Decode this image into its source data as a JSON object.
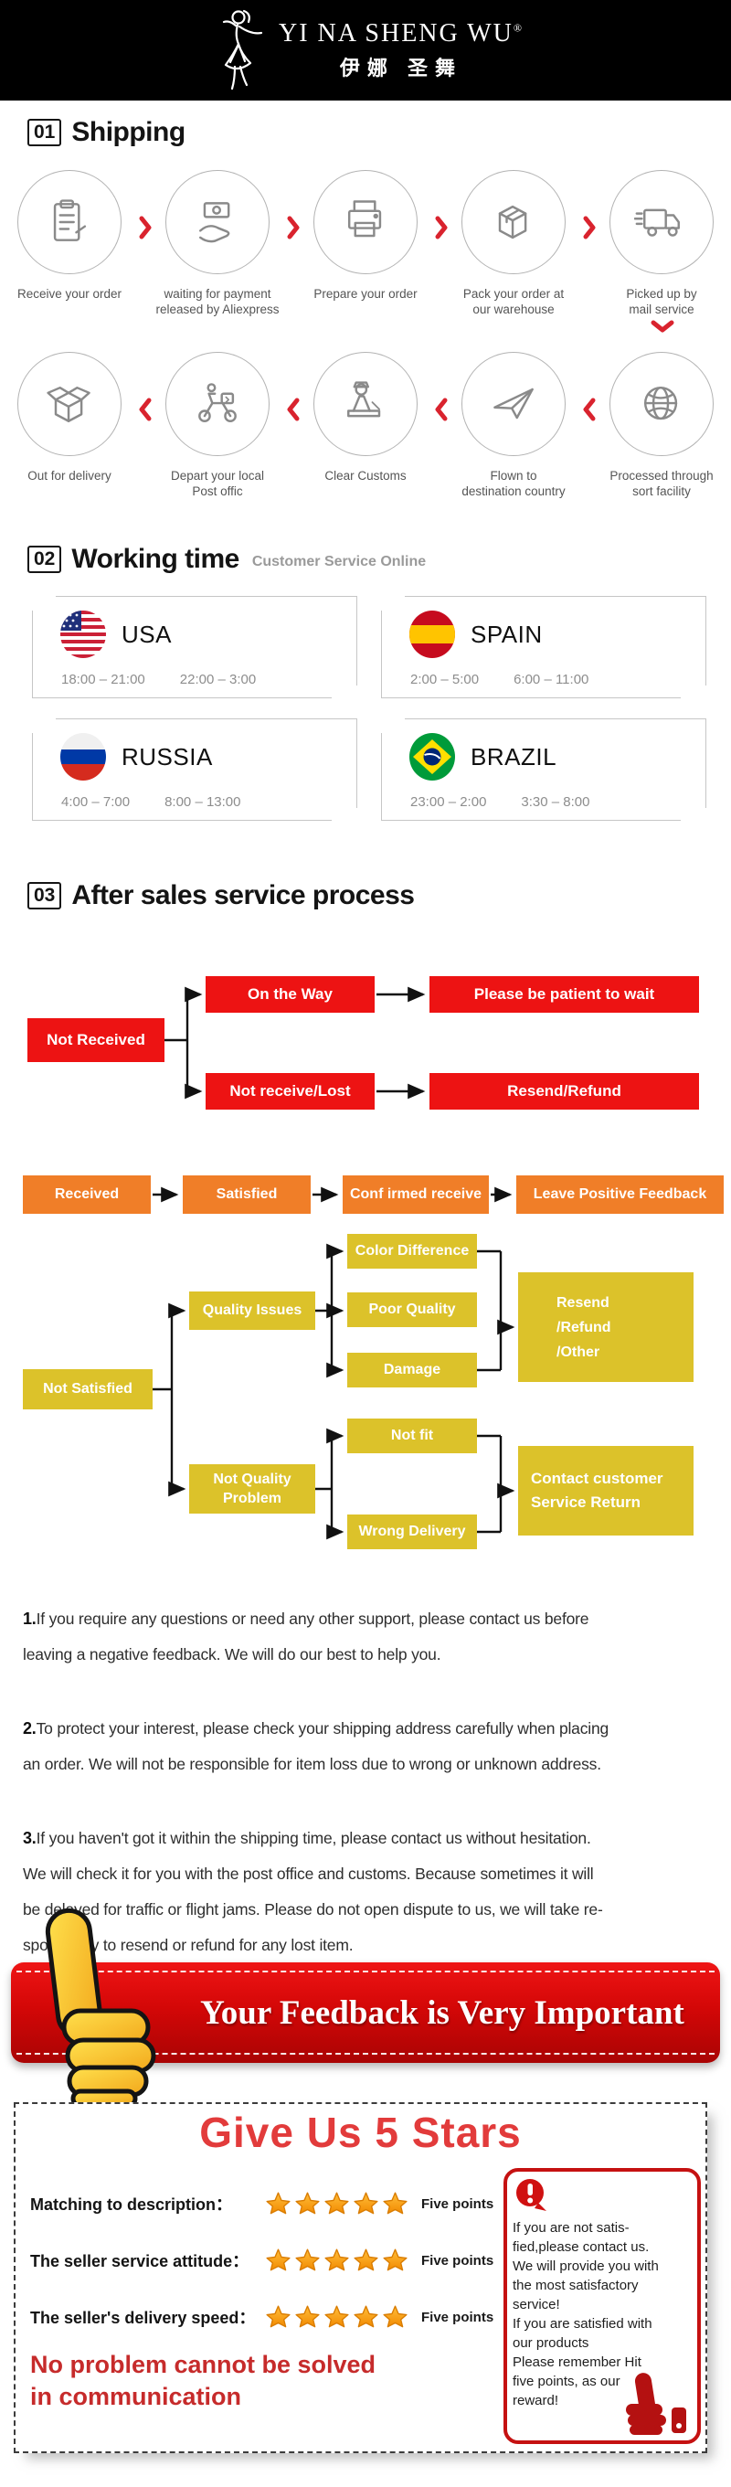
{
  "header": {
    "brand": "YI NA SHENG WU",
    "reg_mark": "®",
    "brand_cn": "伊娜 圣舞"
  },
  "sections": {
    "shipping": {
      "num": "01",
      "title": "Shipping"
    },
    "working_time": {
      "num": "02",
      "title": "Working time",
      "subtitle": "Customer Service Online"
    },
    "after_sales": {
      "num": "03",
      "title": "After sales service process"
    }
  },
  "shipping": {
    "row1": [
      {
        "icon": "clipboard-icon",
        "label": "Receive your order"
      },
      {
        "icon": "payment-icon",
        "label": "waiting for payment\nreleased by Aliexpress"
      },
      {
        "icon": "printer-icon",
        "label": "Prepare your order"
      },
      {
        "icon": "package-icon",
        "label": "Pack your order at\nour warehouse"
      },
      {
        "icon": "truck-icon",
        "label": "Picked up by\nmail service"
      }
    ],
    "row2": [
      {
        "icon": "open-box-icon",
        "label": "Out  for delivery"
      },
      {
        "icon": "scooter-icon",
        "label": "Depart your local\nPost offic"
      },
      {
        "icon": "customs-icon",
        "label": "Clear Customs"
      },
      {
        "icon": "plane-icon",
        "label": "Flown to\ndestination country"
      },
      {
        "icon": "globe-icon",
        "label": "Processed through\nsort facility"
      }
    ]
  },
  "working_time": {
    "cards": [
      {
        "flag": "usa-flag-icon",
        "country": "USA",
        "times": [
          "18:00 – 21:00",
          "22:00 – 3:00"
        ]
      },
      {
        "flag": "spain-flag-icon",
        "country": "SPAIN",
        "times": [
          "2:00 – 5:00",
          "6:00 – 11:00"
        ]
      },
      {
        "flag": "russia-flag-icon",
        "country": "RUSSIA",
        "times": [
          "4:00 – 7:00",
          "8:00 – 13:00"
        ]
      },
      {
        "flag": "brazil-flag-icon",
        "country": "BRAZIL",
        "times": [
          "23:00 – 2:00",
          "3:30 – 8:00"
        ]
      }
    ]
  },
  "flow": {
    "not_received": "Not Received",
    "on_the_way": "On the Way",
    "be_patient": "Please be patient to wait",
    "not_receive_lost": "Not receive/Lost",
    "resend_refund": "Resend/Refund",
    "received": "Received",
    "satisfied": "Satisfied",
    "confirmed_receive": "Conf irmed receive",
    "leave_feedback": "Leave Positive Feedback",
    "not_satisfied": "Not Satisfied",
    "quality_issues": "Quality Issues",
    "color_difference": "Color Difference",
    "poor_quality": "Poor Quality",
    "damage": "Damage",
    "resend_refund_other": "Resend\n/Refund\n/Other",
    "not_quality_problem": "Not Quality\nProblem",
    "not_fit": "Not fit",
    "wrong_delivery": "Wrong Delivery",
    "contact_return": "Contact customer\nService Return"
  },
  "notes": [
    {
      "num": "1.",
      "text": "If you require any questions or need any other support, please contact us before\nleaving a negative feedback. We will do our best to help you."
    },
    {
      "num": "2.",
      "text": "To protect your interest, please check your shipping address carefully when placing\nan order. We will not be responsible for item loss due to wrong or unknown address."
    },
    {
      "num": "3.",
      "text": "If you haven't got it within the shipping time, please contact us without hesitation.\nWe will check it for you with the post office and customs. Because sometimes it will\nbe delayed for traffic or flight jams. Please do not open dispute to us, we will take re-\nsponsibility to resend or refund for any lost item."
    }
  ],
  "banner": {
    "text": "Your Feedback is Very Important"
  },
  "stars": {
    "title": "Give Us 5 Stars",
    "rows": [
      {
        "label": "Matching to description：",
        "rating": 5,
        "points": "Five points"
      },
      {
        "label": "The seller service attitude：",
        "rating": 5,
        "points": "Five points"
      },
      {
        "label": "The seller's delivery speed：",
        "rating": 5,
        "points": "Five points"
      }
    ],
    "slogan": "No problem cannot be solved\nin communication",
    "notice": "If you are not satis-\nfied,please contact us.\nWe will provide you with\nthe most satisfactory\nservice!\nIf you are satisfied with\nour products\nPlease remember Hit\nfive points, as our\nreward!"
  },
  "colors": {
    "flow_red": "#ED1313",
    "flow_orange": "#F07E28",
    "flow_yellow": "#DCC22A",
    "chevron_red": "#D9232E",
    "banner_red": "#D40707",
    "star_orange": "#F28A00",
    "title_red": "#E23B3B"
  }
}
